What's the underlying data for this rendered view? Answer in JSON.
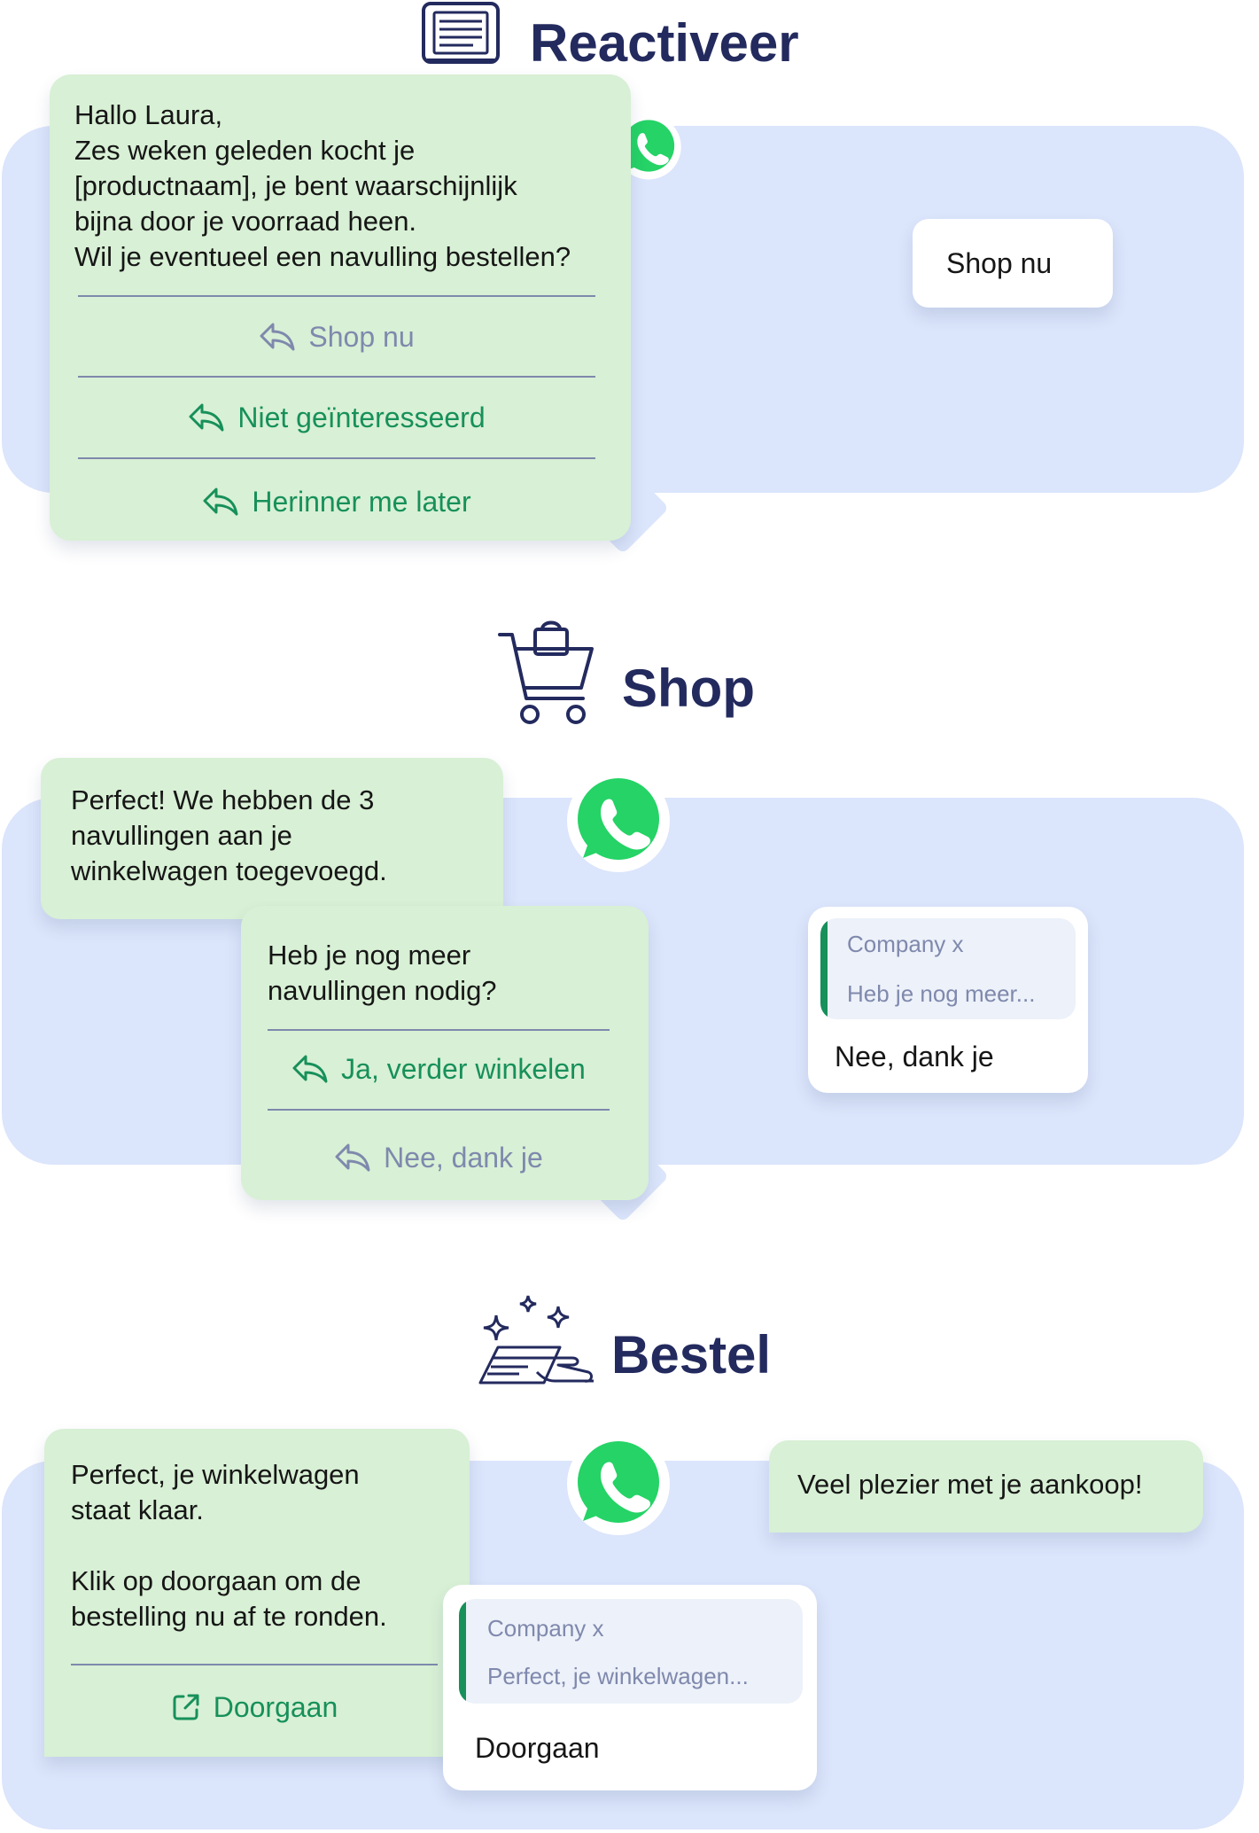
{
  "sections": {
    "reactiveer": {
      "title": "Reactiveer",
      "message": "Hallo Laura,\nZes weken geleden kocht je\n[productnaam], je bent  waarschijnlijk\nbijna door je voorraad heen.\nWil je eventueel een navulling bestellen?",
      "replies": [
        "Shop nu",
        "Niet geïnteresseerd",
        "Herinner me later"
      ],
      "user_reply": "Shop nu"
    },
    "shop": {
      "title": "Shop",
      "message_1": "Perfect! We hebben de 3\nnavullingen aan je\nwinkelwagen toegevoegd.",
      "message_2": "Heb je nog meer\nnavullingen nodig?",
      "replies": [
        "Ja, verder winkelen",
        "Nee, dank je"
      ],
      "user_reply": {
        "quoted_sender": "Company x",
        "quoted_text": "Heb je nog meer...",
        "text": "Nee, dank je"
      }
    },
    "bestel": {
      "title": "Bestel",
      "message": "Perfect, je winkelwagen\nstaat klaar.\n\nKlik op doorgaan om de\nbestelling nu af te ronden.",
      "button": "Doorgaan",
      "user_reply": {
        "quoted_sender": "Company x",
        "quoted_text": "Perfect, je winkelwagen...",
        "text": "Doorgaan"
      },
      "closing_message": "Veel plezier met je aankoop!"
    }
  },
  "colors": {
    "panel": "#dbe5fb",
    "bubble": "#d8f0d5",
    "accent_green": "#17905a",
    "muted": "#7f89ad",
    "title": "#232a5e",
    "whatsapp": "#25d366"
  },
  "icons": [
    "computer-icon",
    "shopping-cart-icon",
    "payment-hand-icon",
    "whatsapp-icon",
    "reply-arrow-icon",
    "external-link-icon"
  ]
}
